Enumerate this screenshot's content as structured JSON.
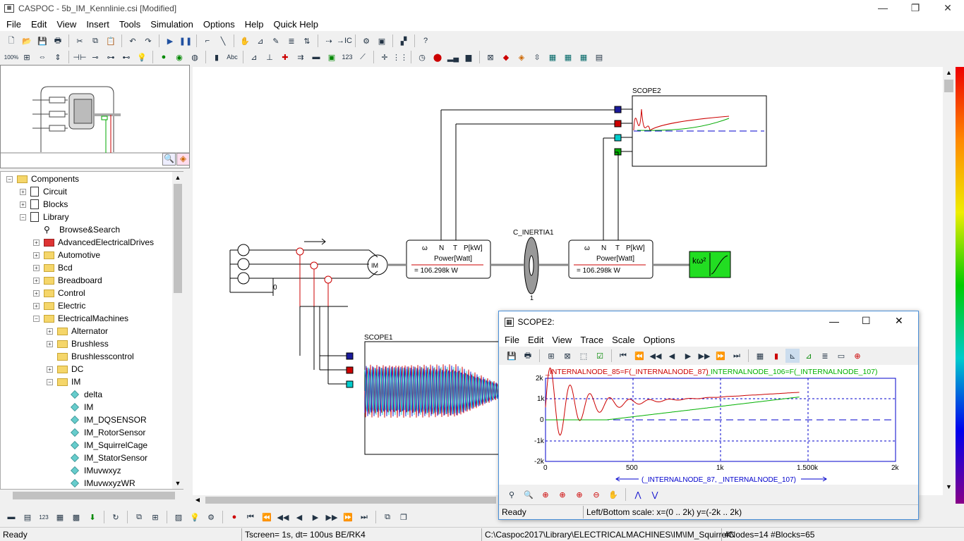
{
  "app": {
    "title": "CASPOC - 5b_IM_Kennlinie.csi [Modified]",
    "logo_text": "CASPOC"
  },
  "window_controls": {
    "minimize": "—",
    "restore": "❐",
    "close": "✕"
  },
  "menu": [
    "File",
    "Edit",
    "View",
    "Insert",
    "Tools",
    "Simulation",
    "Options",
    "Help",
    "Quick Help"
  ],
  "tree": {
    "items": [
      {
        "label": "Components",
        "indent": 0,
        "expander": "−",
        "icon": "folder"
      },
      {
        "label": "Circuit",
        "indent": 1,
        "expander": "+",
        "icon": "component"
      },
      {
        "label": "Blocks",
        "indent": 1,
        "expander": "+",
        "icon": "component"
      },
      {
        "label": "Library",
        "indent": 1,
        "expander": "−",
        "icon": "component"
      },
      {
        "label": "Browse&Search",
        "indent": 2,
        "expander": "",
        "icon": "binoculars"
      },
      {
        "label": "AdvancedElectricalDrives",
        "indent": 2,
        "expander": "+",
        "icon": "book"
      },
      {
        "label": "Automotive",
        "indent": 2,
        "expander": "+",
        "icon": "folder"
      },
      {
        "label": "Bcd",
        "indent": 2,
        "expander": "+",
        "icon": "folder"
      },
      {
        "label": "Breadboard",
        "indent": 2,
        "expander": "+",
        "icon": "folder"
      },
      {
        "label": "Control",
        "indent": 2,
        "expander": "+",
        "icon": "folder"
      },
      {
        "label": "Electric",
        "indent": 2,
        "expander": "+",
        "icon": "folder"
      },
      {
        "label": "ElectricalMachines",
        "indent": 2,
        "expander": "−",
        "icon": "folder"
      },
      {
        "label": "Alternator",
        "indent": 3,
        "expander": "+",
        "icon": "folder"
      },
      {
        "label": "Brushless",
        "indent": 3,
        "expander": "+",
        "icon": "folder"
      },
      {
        "label": "Brushlesscontrol",
        "indent": 3,
        "expander": "",
        "icon": "folder"
      },
      {
        "label": "DC",
        "indent": 3,
        "expander": "+",
        "icon": "folder"
      },
      {
        "label": "IM",
        "indent": 3,
        "expander": "−",
        "icon": "folder"
      },
      {
        "label": "delta",
        "indent": 4,
        "expander": "",
        "icon": "gem"
      },
      {
        "label": "IM",
        "indent": 4,
        "expander": "",
        "icon": "gem"
      },
      {
        "label": "IM_DQSENSOR",
        "indent": 4,
        "expander": "",
        "icon": "gem"
      },
      {
        "label": "IM_RotorSensor",
        "indent": 4,
        "expander": "",
        "icon": "gem"
      },
      {
        "label": "IM_SquirrelCage",
        "indent": 4,
        "expander": "",
        "icon": "gem"
      },
      {
        "label": "IM_StatorSensor",
        "indent": 4,
        "expander": "",
        "icon": "gem"
      },
      {
        "label": "IMuvwxyz",
        "indent": 4,
        "expander": "",
        "icon": "gem"
      },
      {
        "label": "IMuvwxyzWR",
        "indent": 4,
        "expander": "",
        "icon": "gem"
      }
    ]
  },
  "canvas": {
    "scope2_label": "SCOPE2",
    "scope1_label": "SCOPE1",
    "inertia_label": "C_INERTIA1",
    "inertia_value": "1",
    "im_label": "IM",
    "ground_label": "0",
    "power1": {
      "pins": [
        "ω",
        "N",
        "T",
        "P[kW]"
      ],
      "title": "Power[Watt]",
      "value": "= 106.298k W"
    },
    "power2": {
      "pins": [
        "ω",
        "N",
        "T",
        "P[kW]"
      ],
      "title": "Power[Watt]",
      "value": "= 106.298k W"
    },
    "load_label": "kω²"
  },
  "scope_window": {
    "title": "SCOPE2:",
    "menu": [
      "File",
      "Edit",
      "View",
      "Trace",
      "Scale",
      "Options"
    ],
    "trace1_label": "_INTERNALNODE_85=F(_INTERNALNODE_87)",
    "trace2_label": "_INTERNALNODE_106=F(_INTERNALNODE_107)",
    "trace1_color": "#cc0000",
    "trace2_color": "#00b000",
    "y_ticks": [
      "2k",
      "1k",
      "0",
      "-1k",
      "-2k"
    ],
    "x_ticks": [
      "0",
      "500",
      "1k",
      "1.500k",
      "2k"
    ],
    "x_axis_label": "(_INTERNALNODE_87, _INTERNALNODE_107)",
    "status_left": "Ready",
    "status_right": "Left/Bottom scale:  x=(0 ..  2k) y=(-2k ..  2k)"
  },
  "status": {
    "ready": "Ready",
    "timing": "Tscreen= 1s, dt= 100us BE/RK4",
    "path": "C:\\Caspoc2017\\Library\\ELECTRICALMACHINES\\IM\\IM_SquirrelC",
    "counts": "#Nodes=14 #Blocks=65"
  }
}
